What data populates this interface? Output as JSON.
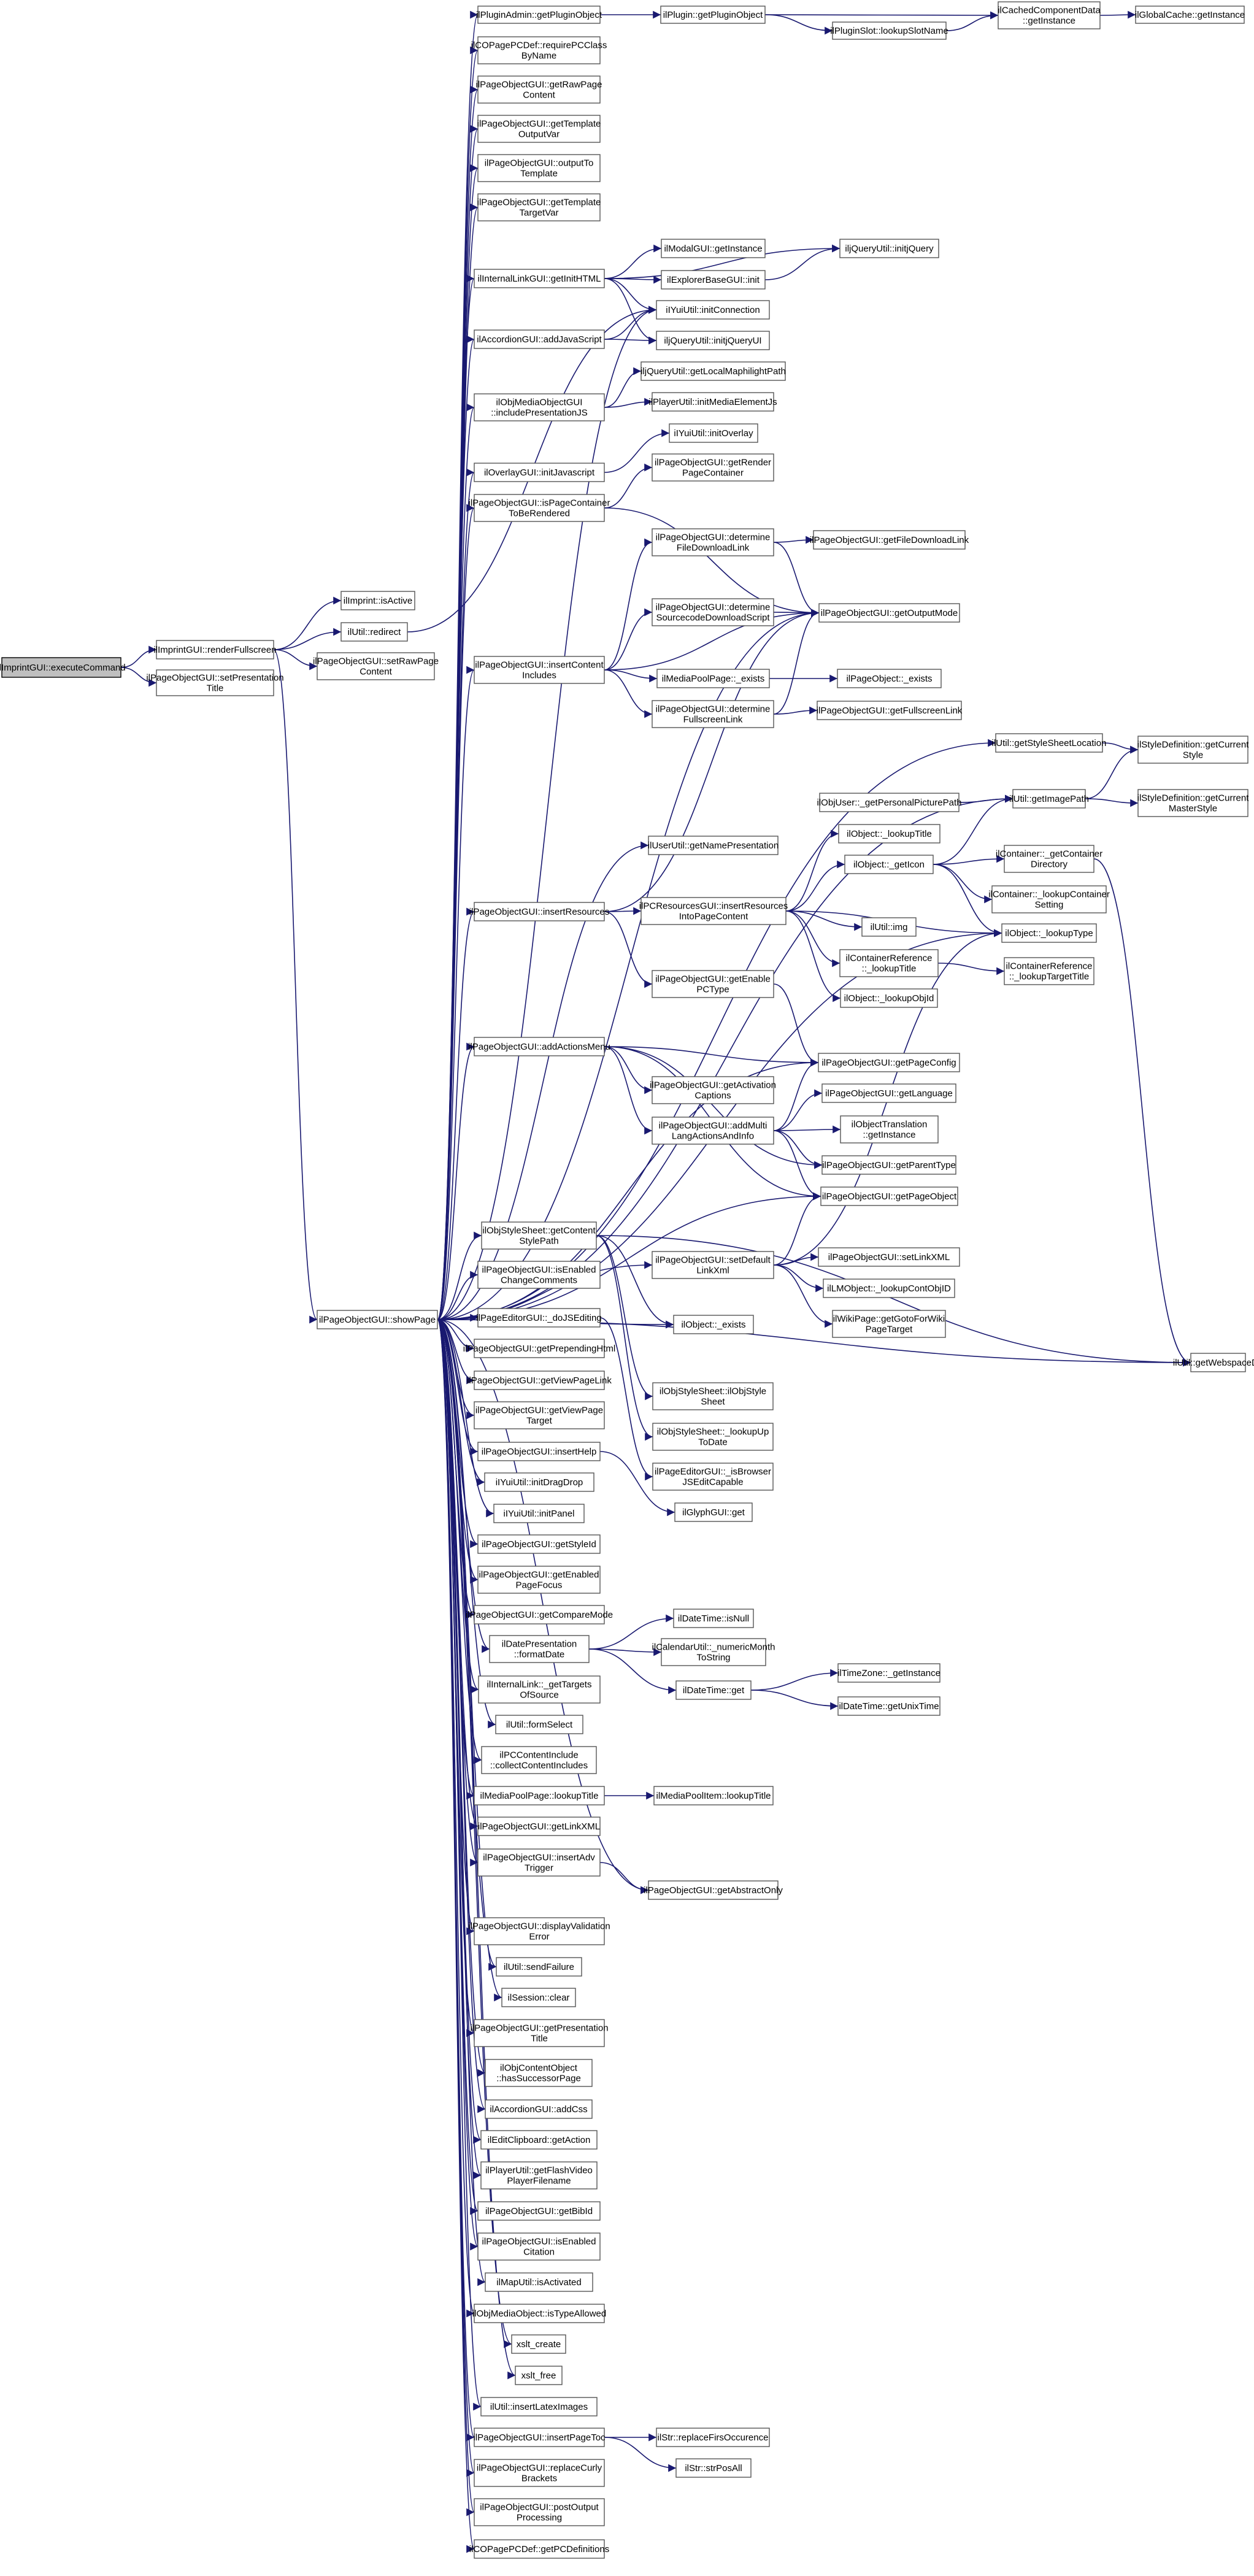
{
  "nodes": [
    {
      "id": "root",
      "lines": [
        "ilImprintGUI::executeCommand"
      ],
      "root": true
    },
    {
      "id": "renderFullscreen",
      "lines": [
        "ilImprintGUI::renderFullscreen"
      ]
    },
    {
      "id": "setPresentationTitle1",
      "lines": [
        "ilPageObjectGUI::setPresentation",
        "Title"
      ]
    },
    {
      "id": "isActive",
      "lines": [
        "ilImprint::isActive"
      ]
    },
    {
      "id": "redirect",
      "lines": [
        "ilUtil::redirect"
      ]
    },
    {
      "id": "setRawPageContent",
      "lines": [
        "ilPageObjectGUI::setRawPage",
        "Content"
      ]
    },
    {
      "id": "showPage",
      "lines": [
        "ilPageObjectGUI::showPage"
      ]
    },
    {
      "id": "getPluginObject1",
      "lines": [
        "ilPluginAdmin::getPluginObject"
      ]
    },
    {
      "id": "requirePCClass",
      "lines": [
        "ilCOPagePCDef::requirePCClass",
        "ByName"
      ]
    },
    {
      "id": "getRawPageContent",
      "lines": [
        "ilPageObjectGUI::getRawPage",
        "Content"
      ]
    },
    {
      "id": "getTemplateOutputVar",
      "lines": [
        "ilPageObjectGUI::getTemplate",
        "OutputVar"
      ]
    },
    {
      "id": "outputToTemplate",
      "lines": [
        "ilPageObjectGUI::outputTo",
        "Template"
      ]
    },
    {
      "id": "getTemplateTargetVar",
      "lines": [
        "ilPageObjectGUI::getTemplate",
        "TargetVar"
      ]
    },
    {
      "id": "getInitHTML",
      "lines": [
        "ilInternalLinkGUI::getInitHTML"
      ]
    },
    {
      "id": "addJavaScript",
      "lines": [
        "ilAccordionGUI::addJavaScript"
      ]
    },
    {
      "id": "includePresentationJS",
      "lines": [
        "ilObjMediaObjectGUI",
        "::includePresentationJS"
      ]
    },
    {
      "id": "initJavascript",
      "lines": [
        "ilOverlayGUI::initJavascript"
      ]
    },
    {
      "id": "isPageContainerToBeRendered",
      "lines": [
        "ilPageObjectGUI::isPageContainer",
        "ToBeRendered"
      ]
    },
    {
      "id": "insertContentIncludes",
      "lines": [
        "ilPageObjectGUI::insertContent",
        "Includes"
      ]
    },
    {
      "id": "insertResources",
      "lines": [
        "ilPageObjectGUI::insertResources"
      ]
    },
    {
      "id": "addActionsMenu",
      "lines": [
        "ilPageObjectGUI::addActionsMenu"
      ]
    },
    {
      "id": "getContentStylePath",
      "lines": [
        "ilObjStyleSheet::getContent",
        "StylePath"
      ]
    },
    {
      "id": "isEnabledChangeComments",
      "lines": [
        "ilPageObjectGUI::isEnabled",
        "ChangeComments"
      ]
    },
    {
      "id": "doJSEditing",
      "lines": [
        "ilPageEditorGUI::_doJSEditing"
      ]
    },
    {
      "id": "getPrependingHtml",
      "lines": [
        "ilPageObjectGUI::getPrependingHtml"
      ]
    },
    {
      "id": "getViewPageLink",
      "lines": [
        "ilPageObjectGUI::getViewPageLink"
      ]
    },
    {
      "id": "getViewPageTarget",
      "lines": [
        "ilPageObjectGUI::getViewPage",
        "Target"
      ]
    },
    {
      "id": "insertHelp",
      "lines": [
        "ilPageObjectGUI::insertHelp"
      ]
    },
    {
      "id": "initDragDrop",
      "lines": [
        "iIYuiUtil::initDragDrop"
      ]
    },
    {
      "id": "initPanel",
      "lines": [
        "iIYuiUtil::initPanel"
      ]
    },
    {
      "id": "getStyleId",
      "lines": [
        "ilPageObjectGUI::getStyleId"
      ]
    },
    {
      "id": "getEnabledPageFocus",
      "lines": [
        "ilPageObjectGUI::getEnabled",
        "PageFocus"
      ]
    },
    {
      "id": "getCompareMode",
      "lines": [
        "ilPageObjectGUI::getCompareMode"
      ]
    },
    {
      "id": "formatDate",
      "lines": [
        "ilDatePresentation",
        "::formatDate"
      ]
    },
    {
      "id": "getTargetsOfSource",
      "lines": [
        "ilInternalLink::_getTargets",
        "OfSource"
      ]
    },
    {
      "id": "formSelect",
      "lines": [
        "ilUtil::formSelect"
      ]
    },
    {
      "id": "collectContentIncludes",
      "lines": [
        "ilPCContentInclude",
        "::collectContentIncludes"
      ]
    },
    {
      "id": "mediaPoolLookupTitle",
      "lines": [
        "ilMediaPoolPage::lookupTitle"
      ]
    },
    {
      "id": "getLinkXML",
      "lines": [
        "ilPageObjectGUI::getLinkXML"
      ]
    },
    {
      "id": "insertAdvTrigger",
      "lines": [
        "ilPageObjectGUI::insertAdv",
        "Trigger"
      ]
    },
    {
      "id": "displayValidationError",
      "lines": [
        "ilPageObjectGUI::displayValidation",
        "Error"
      ]
    },
    {
      "id": "sendFailure",
      "lines": [
        "ilUtil::sendFailure"
      ]
    },
    {
      "id": "sessionClear",
      "lines": [
        "ilSession::clear"
      ]
    },
    {
      "id": "getPresentationTitle",
      "lines": [
        "ilPageObjectGUI::getPresentation",
        "Title"
      ]
    },
    {
      "id": "hasSuccessorPage",
      "lines": [
        "ilObjContentObject",
        "::hasSuccessorPage"
      ]
    },
    {
      "id": "addCss",
      "lines": [
        "ilAccordionGUI::addCss"
      ]
    },
    {
      "id": "getAction",
      "lines": [
        "ilEditClipboard::getAction"
      ]
    },
    {
      "id": "getFlashVideoPlayerFilename",
      "lines": [
        "ilPlayerUtil::getFlashVideo",
        "PlayerFilename"
      ]
    },
    {
      "id": "getBibId",
      "lines": [
        "ilPageObjectGUI::getBibId"
      ]
    },
    {
      "id": "isEnabledCitation",
      "lines": [
        "ilPageObjectGUI::isEnabled",
        "Citation"
      ]
    },
    {
      "id": "mapIsActivated",
      "lines": [
        "ilMapUtil::isActivated"
      ]
    },
    {
      "id": "isTypeAllowed",
      "lines": [
        "ilObjMediaObject::isTypeAllowed"
      ]
    },
    {
      "id": "xsltCreate",
      "lines": [
        "xslt_create"
      ]
    },
    {
      "id": "xsltFree",
      "lines": [
        "xslt_free"
      ]
    },
    {
      "id": "insertLatexImages",
      "lines": [
        "ilUtil::insertLatexImages"
      ]
    },
    {
      "id": "insertPageToc",
      "lines": [
        "ilPageObjectGUI::insertPageToc"
      ]
    },
    {
      "id": "replaceCurlyBrackets",
      "lines": [
        "ilPageObjectGUI::replaceCurly",
        "Brackets"
      ]
    },
    {
      "id": "postOutputProcessing",
      "lines": [
        "ilPageObjectGUI::postOutput",
        "Processing"
      ]
    },
    {
      "id": "getPCDefinitions",
      "lines": [
        "ilCOPagePCDef::getPCDefinitions"
      ]
    },
    {
      "id": "pluginGetPluginObject",
      "lines": [
        "ilPlugin::getPluginObject"
      ]
    },
    {
      "id": "lookupSlotName",
      "lines": [
        "ilPluginSlot::lookupSlotName"
      ]
    },
    {
      "id": "cachedGetInstance",
      "lines": [
        "ilCachedComponentData",
        "::getInstance"
      ]
    },
    {
      "id": "globalCacheGetInstance",
      "lines": [
        "ilGlobalCache::getInstance"
      ]
    },
    {
      "id": "modalGetInstance",
      "lines": [
        "ilModalGUI::getInstance"
      ]
    },
    {
      "id": "explorerBaseInit",
      "lines": [
        "ilExplorerBaseGUI::init"
      ]
    },
    {
      "id": "yuiInitConnection",
      "lines": [
        "iIYuiUtil::initConnection"
      ]
    },
    {
      "id": "jQueryInitjQuery",
      "lines": [
        "iljQueryUtil::initjQuery"
      ]
    },
    {
      "id": "jQueryInitjQueryUI",
      "lines": [
        "iljQueryUtil::initjQueryUI"
      ]
    },
    {
      "id": "getLocalMaphilightPath",
      "lines": [
        "iljQueryUtil::getLocalMaphilightPath"
      ]
    },
    {
      "id": "initMediaElementJs",
      "lines": [
        "ilPlayerUtil::initMediaElementJs"
      ]
    },
    {
      "id": "initOverlay",
      "lines": [
        "iIYuiUtil::initOverlay"
      ]
    },
    {
      "id": "getRenderPageContainer",
      "lines": [
        "ilPageObjectGUI::getRender",
        "PageContainer"
      ]
    },
    {
      "id": "determineFileDownloadLink",
      "lines": [
        "ilPageObjectGUI::determine",
        "FileDownloadLink"
      ]
    },
    {
      "id": "determineSourcecodeDownloadScript",
      "lines": [
        "ilPageObjectGUI::determine",
        "SourcecodeDownloadScript"
      ]
    },
    {
      "id": "mediaPoolExists",
      "lines": [
        "ilMediaPoolPage::_exists"
      ]
    },
    {
      "id": "determineFullscreenLink",
      "lines": [
        "ilPageObjectGUI::determine",
        "FullscreenLink"
      ]
    },
    {
      "id": "getFileDownloadLink",
      "lines": [
        "ilPageObjectGUI::getFileDownloadLink"
      ]
    },
    {
      "id": "getOutputMode",
      "lines": [
        "ilPageObjectGUI::getOutputMode"
      ]
    },
    {
      "id": "pageObjectExists",
      "lines": [
        "ilPageObject::_exists"
      ]
    },
    {
      "id": "getFullscreenLink",
      "lines": [
        "ilPageObjectGUI::getFullscreenLink"
      ]
    },
    {
      "id": "getStyleSheetLocation",
      "lines": [
        "ilUtil::getStyleSheetLocation"
      ]
    },
    {
      "id": "getCurrentStyle",
      "lines": [
        "ilStyleDefinition::getCurrent",
        "Style"
      ]
    },
    {
      "id": "getImagePath",
      "lines": [
        "ilUtil::getImagePath"
      ]
    },
    {
      "id": "getCurrentMasterStyle",
      "lines": [
        "ilStyleDefinition::getCurrent",
        "MasterStyle"
      ]
    },
    {
      "id": "getPersonalPicturePath",
      "lines": [
        "ilObjUser::_getPersonalPicturePath"
      ]
    },
    {
      "id": "getNamePresentation",
      "lines": [
        "ilUserUtil::getNamePresentation"
      ]
    },
    {
      "id": "lookupTitle",
      "lines": [
        "ilObject::_lookupTitle"
      ]
    },
    {
      "id": "insertResourcesIntoPageContent",
      "lines": [
        "ilPCResourcesGUI::insertResources",
        "IntoPageContent"
      ]
    },
    {
      "id": "getIcon",
      "lines": [
        "ilObject::_getIcon"
      ]
    },
    {
      "id": "getContainerDirectory",
      "lines": [
        "ilContainer::_getContainer",
        "Directory"
      ]
    },
    {
      "id": "lookupContainerSetting",
      "lines": [
        "ilContainer::_lookupContainer",
        "Setting"
      ]
    },
    {
      "id": "ilImg",
      "lines": [
        "ilUtil::img"
      ]
    },
    {
      "id": "lookupType",
      "lines": [
        "ilObject::_lookupType"
      ]
    },
    {
      "id": "containerRefLookupTitle",
      "lines": [
        "ilContainerReference",
        "::_lookupTitle"
      ]
    },
    {
      "id": "lookupTargetTitle",
      "lines": [
        "ilContainerReference",
        "::_lookupTargetTitle"
      ]
    },
    {
      "id": "getEnablePCType",
      "lines": [
        "ilPageObjectGUI::getEnable",
        "PCType"
      ]
    },
    {
      "id": "lookupObjId",
      "lines": [
        "ilObject::_lookupObjId"
      ]
    },
    {
      "id": "getPageConfig",
      "lines": [
        "ilPageObjectGUI::getPageConfig"
      ]
    },
    {
      "id": "getActivationCaptions",
      "lines": [
        "ilPageObjectGUI::getActivation",
        "Captions"
      ]
    },
    {
      "id": "getLanguage",
      "lines": [
        "ilPageObjectGUI::getLanguage"
      ]
    },
    {
      "id": "addMultiLangActionsAndInfo",
      "lines": [
        "ilPageObjectGUI::addMulti",
        "LangActionsAndInfo"
      ]
    },
    {
      "id": "objectTranslationGetInstance",
      "lines": [
        "ilObjectTranslation",
        "::getInstance"
      ]
    },
    {
      "id": "getParentType",
      "lines": [
        "ilPageObjectGUI::getParentType"
      ]
    },
    {
      "id": "getPageObject",
      "lines": [
        "ilPageObjectGUI::getPageObject"
      ]
    },
    {
      "id": "setDefaultLinkXml",
      "lines": [
        "ilPageObjectGUI::setDefault",
        "LinkXml"
      ]
    },
    {
      "id": "setLinkXML",
      "lines": [
        "ilPageObjectGUI::setLinkXML"
      ]
    },
    {
      "id": "lookupContObjID",
      "lines": [
        "ilLMObject::_lookupContObjID"
      ]
    },
    {
      "id": "getGotoForWikiPageTarget",
      "lines": [
        "ilWikiPage::getGotoForWiki",
        "PageTarget"
      ]
    },
    {
      "id": "objectExists",
      "lines": [
        "ilObject::_exists"
      ]
    },
    {
      "id": "getWebspaceDir",
      "lines": [
        "ilUtil::getWebspaceDir"
      ]
    },
    {
      "id": "ilObjStyleSheet",
      "lines": [
        "ilObjStyleSheet::ilObjStyle",
        "Sheet"
      ]
    },
    {
      "id": "lookupUpToDate",
      "lines": [
        "ilObjStyleSheet::_lookupUp",
        "ToDate"
      ]
    },
    {
      "id": "isBrowserJSEditCapable",
      "lines": [
        "ilPageEditorGUI::_isBrowser",
        "JSEditCapable"
      ]
    },
    {
      "id": "glyphGet",
      "lines": [
        "ilGlyphGUI::get"
      ]
    },
    {
      "id": "dateTimeIsNull",
      "lines": [
        "ilDateTime::isNull"
      ]
    },
    {
      "id": "numericMonthToString",
      "lines": [
        "ilCalendarUtil::_numericMonth",
        "ToString"
      ]
    },
    {
      "id": "dateTimeGet",
      "lines": [
        "ilDateTime::get"
      ]
    },
    {
      "id": "timeZoneGetInstance",
      "lines": [
        "ilTimeZone::_getInstance"
      ]
    },
    {
      "id": "getUnixTime",
      "lines": [
        "ilDateTime::getUnixTime"
      ]
    },
    {
      "id": "mediaPoolItemLookupTitle",
      "lines": [
        "ilMediaPoolItem::lookupTitle"
      ]
    },
    {
      "id": "getAbstractOnly",
      "lines": [
        "ilPageObjectGUI::getAbstractOnly"
      ]
    },
    {
      "id": "replaceFirsOccurence",
      "lines": [
        "ilStr::replaceFirsOccurence"
      ]
    },
    {
      "id": "strPosAll",
      "lines": [
        "ilStr::strPosAll"
      ]
    }
  ]
}
